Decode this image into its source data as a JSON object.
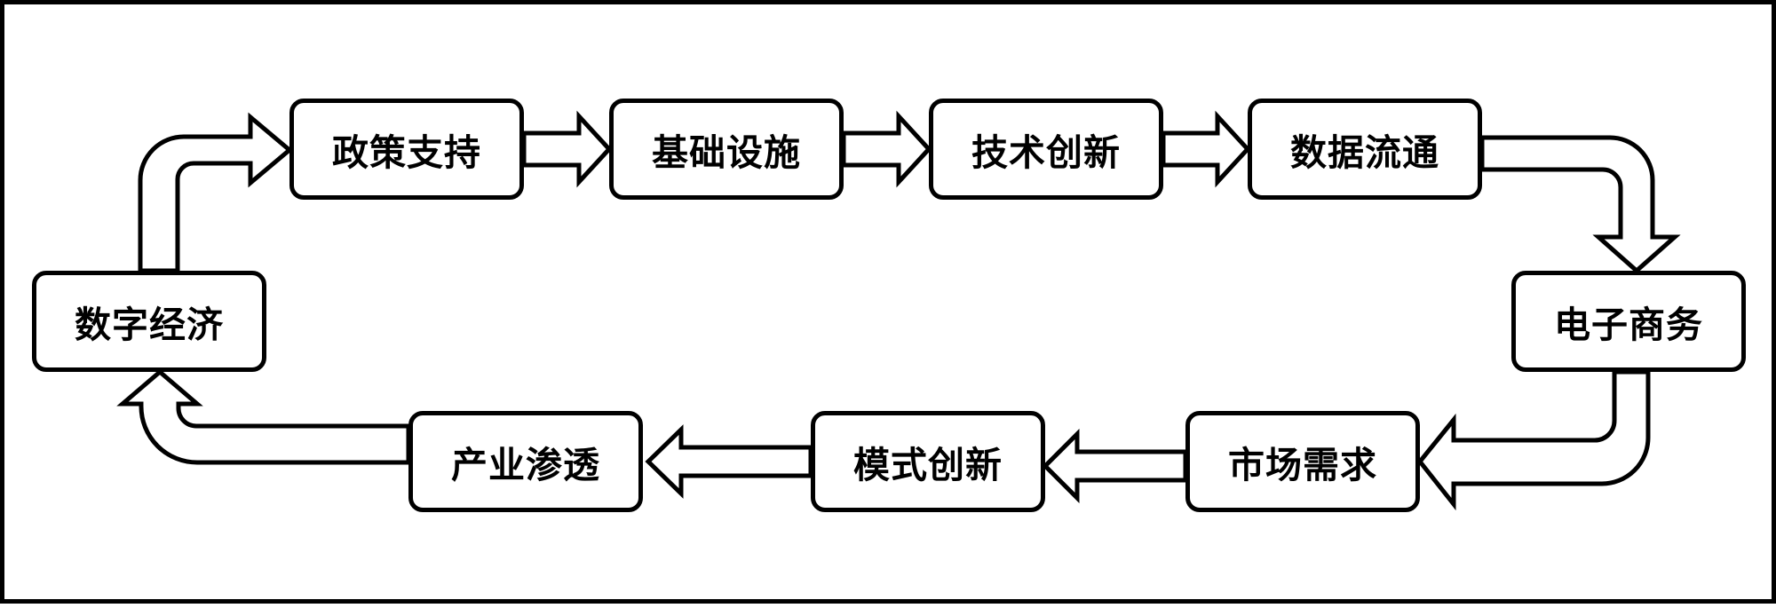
{
  "diagram": {
    "type": "cycle-flow",
    "nodes": [
      {
        "id": "policy_support",
        "label": "政策支持"
      },
      {
        "id": "infrastructure",
        "label": "基础设施"
      },
      {
        "id": "tech_innovation",
        "label": "技术创新"
      },
      {
        "id": "data_circulation",
        "label": "数据流通"
      },
      {
        "id": "ecommerce",
        "label": "电子商务"
      },
      {
        "id": "market_demand",
        "label": "市场需求"
      },
      {
        "id": "model_innovation",
        "label": "模式创新"
      },
      {
        "id": "industry_penetration",
        "label": "产业渗透"
      },
      {
        "id": "digital_economy",
        "label": "数字经济"
      }
    ],
    "edges": [
      {
        "from": "policy_support",
        "to": "infrastructure"
      },
      {
        "from": "infrastructure",
        "to": "tech_innovation"
      },
      {
        "from": "tech_innovation",
        "to": "data_circulation"
      },
      {
        "from": "data_circulation",
        "to": "ecommerce"
      },
      {
        "from": "ecommerce",
        "to": "market_demand"
      },
      {
        "from": "market_demand",
        "to": "model_innovation"
      },
      {
        "from": "model_innovation",
        "to": "industry_penetration"
      },
      {
        "from": "industry_penetration",
        "to": "digital_economy"
      },
      {
        "from": "digital_economy",
        "to": "policy_support"
      }
    ],
    "colors": {
      "stroke": "#000000",
      "fill": "#ffffff"
    }
  }
}
